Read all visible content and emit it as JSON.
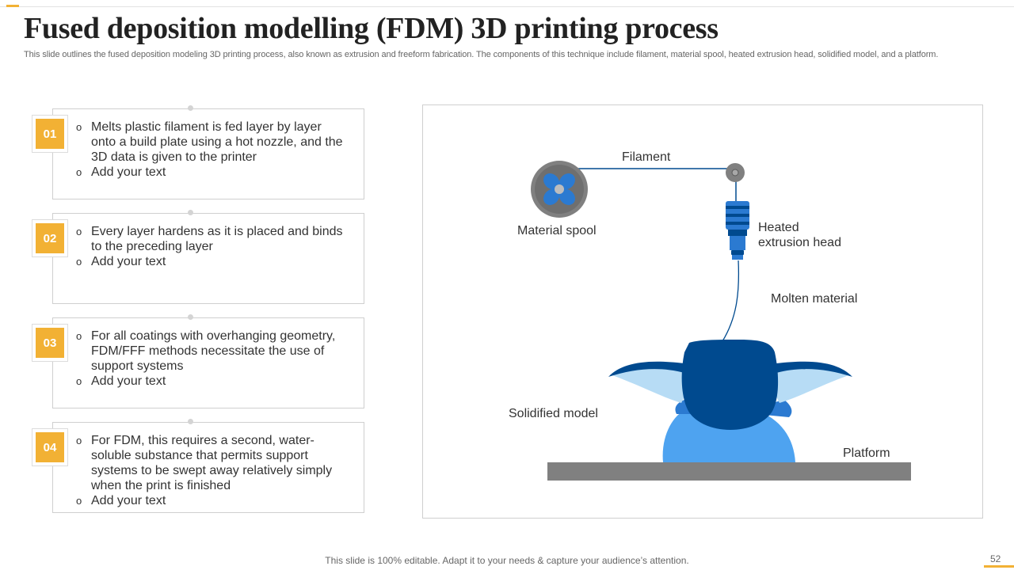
{
  "header": {
    "title": "Fused deposition modelling (FDM) 3D printing process",
    "subtitle": "This slide outlines the fused deposition modeling 3D printing process, also known as extrusion and freeform fabrication. The components of this technique include filament, material spool, heated extrusion head, solidified model, and a platform."
  },
  "steps": [
    {
      "number": "01",
      "points": [
        "Melts plastic filament is fed layer by layer onto a build plate using a hot nozzle, and the 3D data is given to the printer",
        "Add your text"
      ]
    },
    {
      "number": "02",
      "points": [
        "Every layer hardens as it is placed and binds to the preceding layer",
        "Add your text"
      ]
    },
    {
      "number": "03",
      "points": [
        "For all coatings with overhanging geometry, FDM/FFF methods necessitate the use of support systems",
        "Add your text"
      ]
    },
    {
      "number": "04",
      "points": [
        "For FDM, this requires a second, water-soluble substance that permits support systems to be swept away relatively simply when the print is finished",
        "Add your text"
      ]
    }
  ],
  "bullet_symbol": "o",
  "diagram": {
    "labels": {
      "filament": "Filament",
      "material_spool": "Material spool",
      "heated_extrusion_head_line1": "Heated",
      "heated_extrusion_head_line2": "extrusion head",
      "molten_material": "Molten material",
      "solidified_model": "Solidified model",
      "platform": "Platform"
    },
    "icons": [
      "spool-icon",
      "pulley-icon",
      "extrusion-nozzle-icon",
      "model-icon"
    ],
    "colors": {
      "dark_blue": "#004a8f",
      "mid_blue": "#2b7ad1",
      "light_blue": "#4ea3f0",
      "pale_blue": "#b7dcf5",
      "platform_gray": "#808080"
    }
  },
  "footer": {
    "text": "This slide is 100% editable. Adapt it to your needs & capture your audience’s attention.",
    "page_number": "52"
  },
  "theme": {
    "accent": "#f2b134"
  }
}
